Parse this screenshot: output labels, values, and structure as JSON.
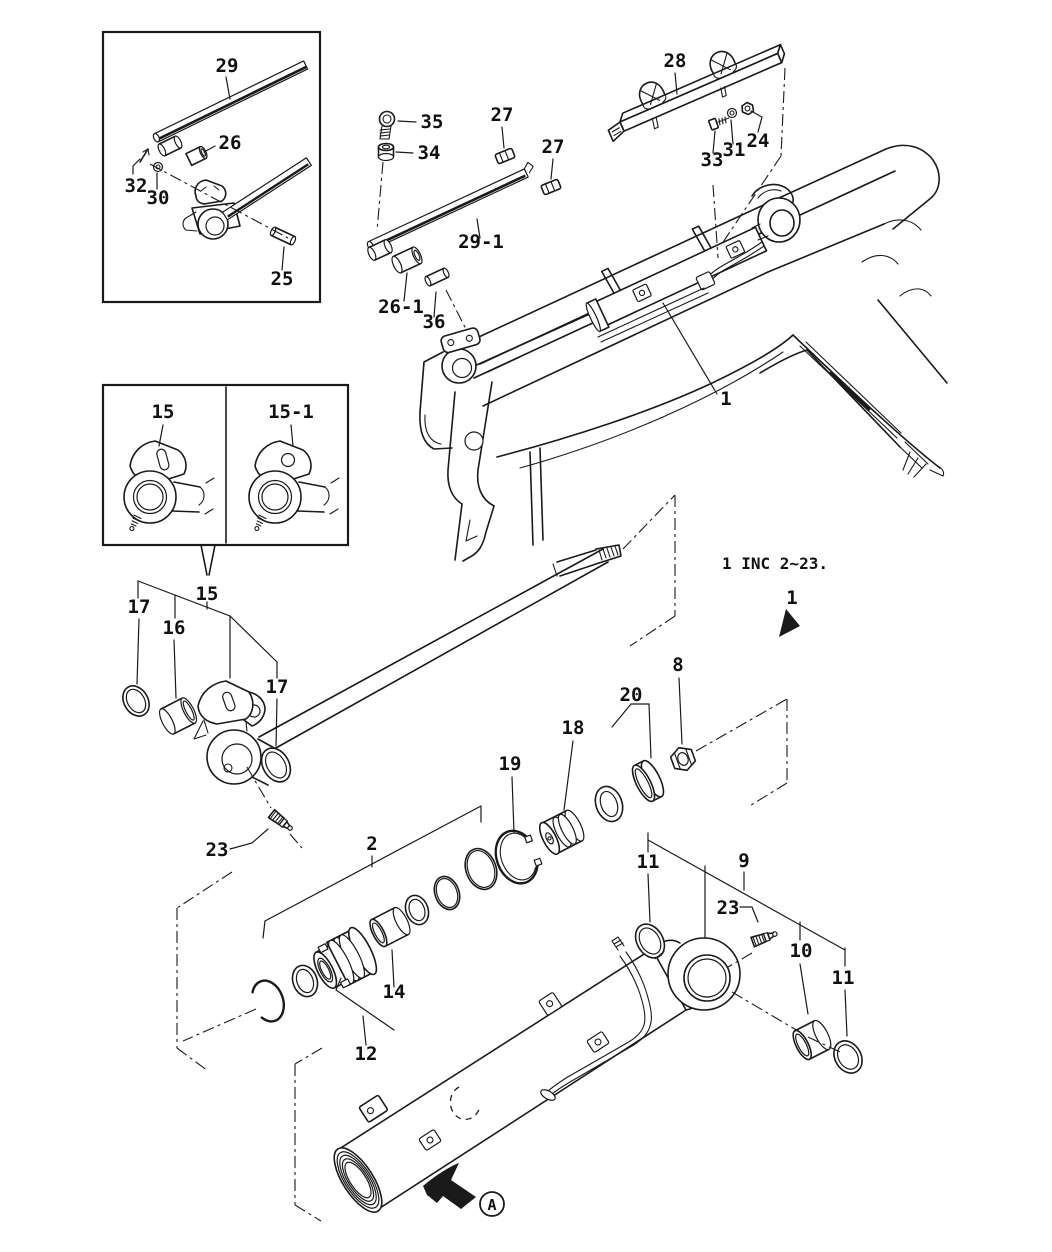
{
  "figure": {
    "note": "1 INC 2~23.",
    "assembly_marker": "1",
    "view_marker": "A",
    "ink_color": "#1a1a1a",
    "background_color": "#ffffff"
  },
  "callouts": {
    "c1": "1",
    "c2": "2",
    "c8": "8",
    "c9": "9",
    "c10": "10",
    "c11a": "11",
    "c11b": "11",
    "c12": "12",
    "c14": "14",
    "c15box": "15",
    "c15_1box": "15-1",
    "c15": "15",
    "c16": "16",
    "c17a": "17",
    "c17b": "17",
    "c18": "18",
    "c19": "19",
    "c20": "20",
    "c23a": "23",
    "c23b": "23",
    "c24": "24",
    "c25": "25",
    "c26": "26",
    "c26_1": "26-1",
    "c27a": "27",
    "c27b": "27",
    "c28": "28",
    "c29": "29",
    "c29_1": "29-1",
    "c30": "30",
    "c31": "31",
    "c32": "32",
    "c33": "33",
    "c34": "34",
    "c35": "35",
    "c36": "36"
  }
}
